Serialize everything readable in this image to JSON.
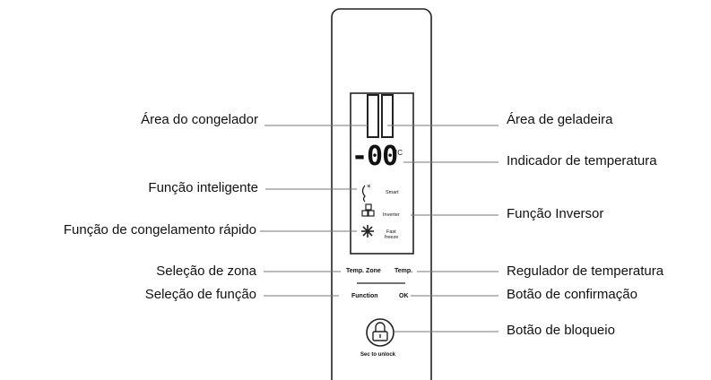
{
  "callouts_left": [
    {
      "text": "Área do congelador"
    },
    {
      "text": "Função inteligente"
    },
    {
      "text": "Função de congelamento rápido"
    },
    {
      "text": "Seleção de zona"
    },
    {
      "text": "Seleção de função"
    }
  ],
  "callouts_right": [
    {
      "text": "Área de geladeira"
    },
    {
      "text": "Indicador de temperatura"
    },
    {
      "text": "Função Inversor"
    },
    {
      "text": "Regulador de temperatura"
    },
    {
      "text": "Botão de confirmação"
    },
    {
      "text": "Botão de bloqueio"
    }
  ],
  "panel": {
    "display_value": "-00",
    "unit": "°C",
    "smart_label": "Smart",
    "inverter_label": "Inverter",
    "fast_freeze_label_line1": "Fast",
    "fast_freeze_label_line2": "freeze",
    "temp_zone_button": "Temp. Zone",
    "temp_button": "Temp.",
    "function_button": "Function",
    "ok_button": "OK",
    "lock_caption": "Sec to unlock"
  },
  "icons": {
    "smart": "smart-function-icon",
    "inverter": "inverter-icon",
    "fast_freeze": "snowflake-icon",
    "lock": "padlock-icon"
  }
}
